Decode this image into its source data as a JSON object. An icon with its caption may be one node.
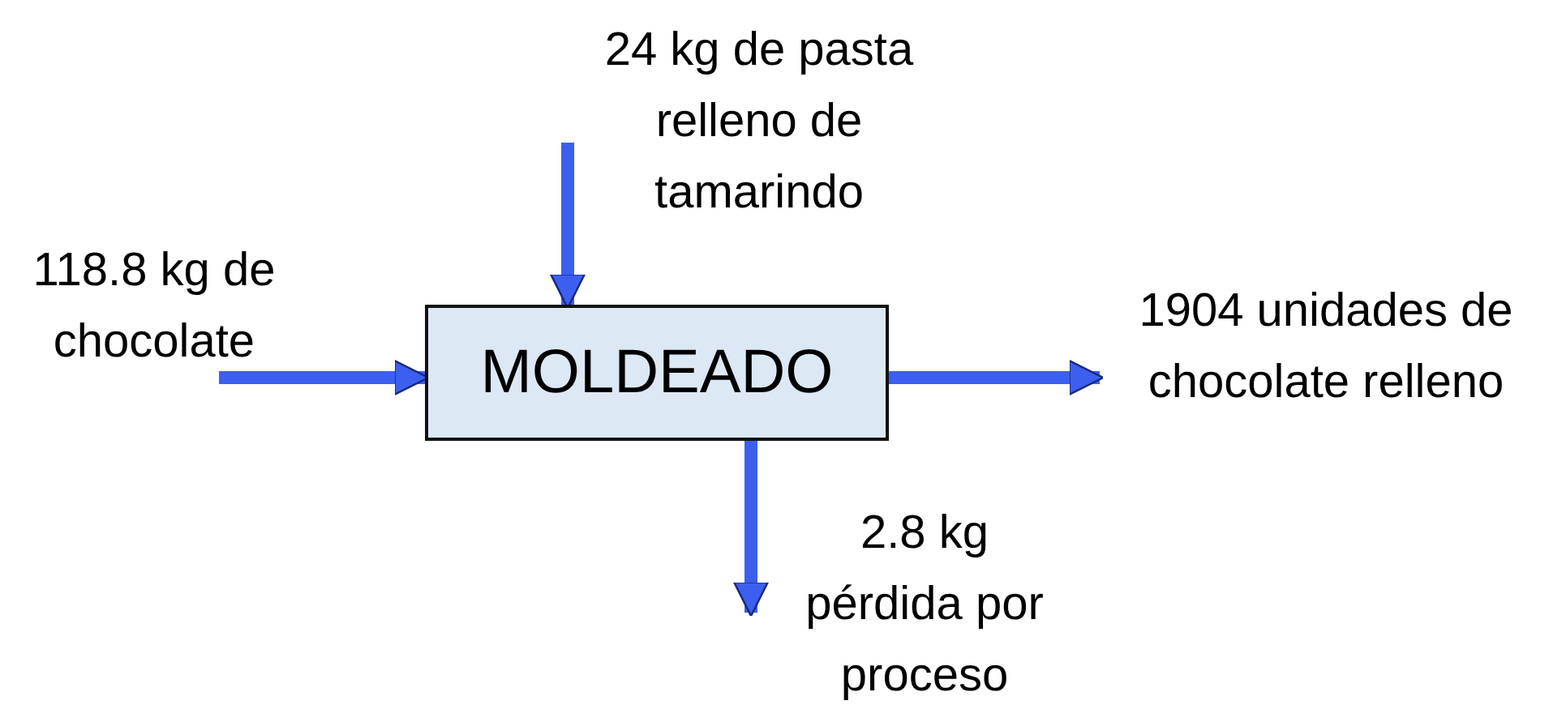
{
  "diagram": {
    "nodes": [
      {
        "text": [
          "24 kg de pasta relleno de tamarindo"
        ]
      },
      {
        "text": [
          "118.8 kg de chocolate"
        ]
      },
      {
        "text": [
          "MOLDEADO"
        ]
      },
      {
        "text": [
          "1904 unidades de chocolate relleno"
        ]
      },
      {
        "text": [
          "2.8 kg pérdida por proceso"
        ]
      }
    ],
    "edges": [
      {
        "from": 0,
        "to": 2,
        "arrow": "to"
      },
      {
        "from": 1,
        "to": 2,
        "arrow": "to"
      },
      {
        "from": 2,
        "to": 3,
        "arrow": "to"
      },
      {
        "from": 2,
        "to": 4,
        "arrow": "to"
      }
    ]
  }
}
